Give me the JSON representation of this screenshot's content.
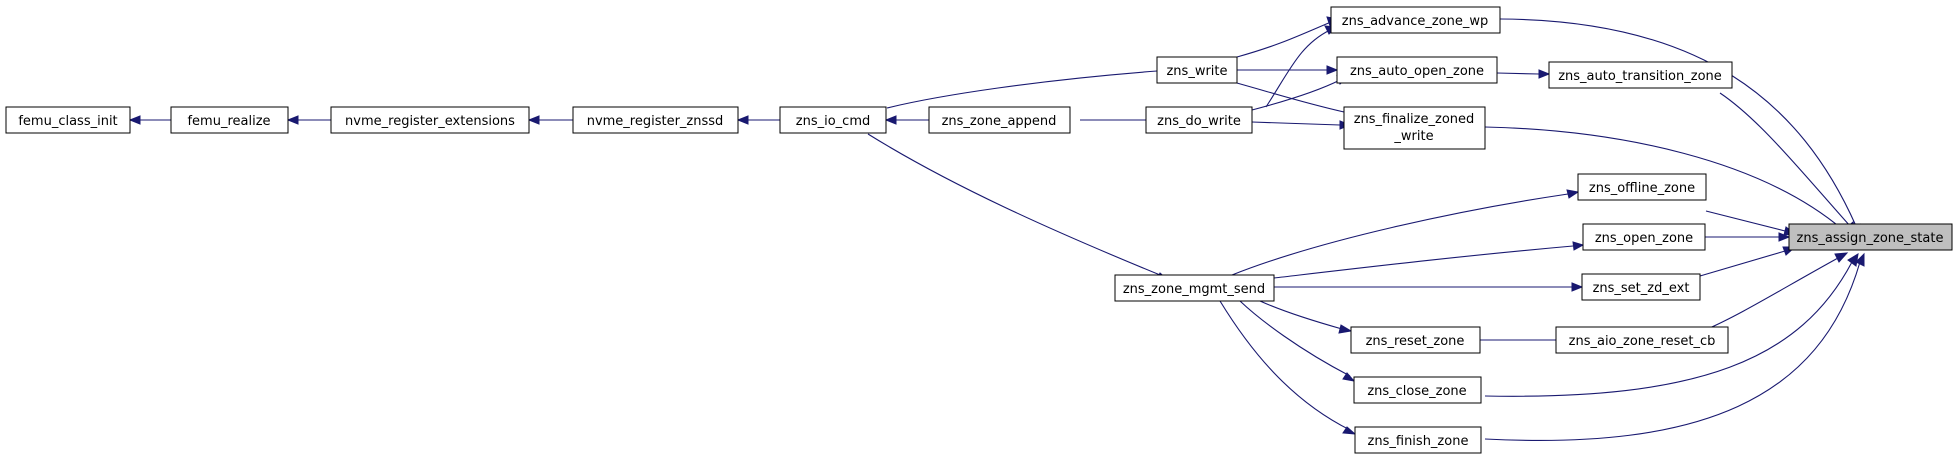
{
  "nodes": {
    "femu_class_init": {
      "label": "femu_class_init"
    },
    "femu_realize": {
      "label": "femu_realize"
    },
    "nvme_register_extensions": {
      "label": "nvme_register_extensions"
    },
    "nvme_register_znssd": {
      "label": "nvme_register_znssd"
    },
    "zns_io_cmd": {
      "label": "zns_io_cmd"
    },
    "zns_zone_append": {
      "label": "zns_zone_append"
    },
    "zns_write": {
      "label": "zns_write"
    },
    "zns_do_write": {
      "label": "zns_do_write"
    },
    "zns_advance_zone_wp": {
      "label": "zns_advance_zone_wp"
    },
    "zns_auto_open_zone": {
      "label": "zns_auto_open_zone"
    },
    "zns_finalize_zoned_write": {
      "label1": "zns_finalize_zoned",
      "label2": "_write"
    },
    "zns_auto_transition_zone": {
      "label": "zns_auto_transition_zone"
    },
    "zns_zone_mgmt_send": {
      "label": "zns_zone_mgmt_send"
    },
    "zns_offline_zone": {
      "label": "zns_offline_zone"
    },
    "zns_open_zone": {
      "label": "zns_open_zone"
    },
    "zns_set_zd_ext": {
      "label": "zns_set_zd_ext"
    },
    "zns_reset_zone": {
      "label": "zns_reset_zone"
    },
    "zns_aio_zone_reset_cb": {
      "label": "zns_aio_zone_reset_cb"
    },
    "zns_close_zone": {
      "label": "zns_close_zone"
    },
    "zns_finish_zone": {
      "label": "zns_finish_zone"
    },
    "zns_assign_zone_state": {
      "label": "zns_assign_zone_state"
    }
  },
  "edges": [
    [
      "femu_realize",
      "femu_class_init"
    ],
    [
      "nvme_register_extensions",
      "femu_realize"
    ],
    [
      "nvme_register_znssd",
      "nvme_register_extensions"
    ],
    [
      "zns_io_cmd",
      "nvme_register_znssd"
    ],
    [
      "zns_zone_append",
      "zns_io_cmd"
    ],
    [
      "zns_write",
      "zns_io_cmd"
    ],
    [
      "zns_zone_mgmt_send",
      "zns_io_cmd"
    ],
    [
      "zns_do_write",
      "zns_zone_append"
    ],
    [
      "zns_advance_zone_wp",
      "zns_write"
    ],
    [
      "zns_auto_open_zone",
      "zns_write"
    ],
    [
      "zns_finalize_zoned_write",
      "zns_write"
    ],
    [
      "zns_advance_zone_wp",
      "zns_do_write"
    ],
    [
      "zns_auto_open_zone",
      "zns_do_write"
    ],
    [
      "zns_finalize_zoned_write",
      "zns_do_write"
    ],
    [
      "zns_auto_transition_zone",
      "zns_auto_open_zone"
    ],
    [
      "zns_offline_zone",
      "zns_zone_mgmt_send"
    ],
    [
      "zns_open_zone",
      "zns_zone_mgmt_send"
    ],
    [
      "zns_set_zd_ext",
      "zns_zone_mgmt_send"
    ],
    [
      "zns_reset_zone",
      "zns_zone_mgmt_send"
    ],
    [
      "zns_close_zone",
      "zns_zone_mgmt_send"
    ],
    [
      "zns_finish_zone",
      "zns_zone_mgmt_send"
    ],
    [
      "zns_aio_zone_reset_cb",
      "zns_reset_zone"
    ],
    [
      "zns_assign_zone_state",
      "zns_advance_zone_wp"
    ],
    [
      "zns_assign_zone_state",
      "zns_auto_transition_zone"
    ],
    [
      "zns_assign_zone_state",
      "zns_finalize_zoned_write"
    ],
    [
      "zns_assign_zone_state",
      "zns_offline_zone"
    ],
    [
      "zns_assign_zone_state",
      "zns_open_zone"
    ],
    [
      "zns_assign_zone_state",
      "zns_set_zd_ext"
    ],
    [
      "zns_assign_zone_state",
      "zns_aio_zone_reset_cb"
    ],
    [
      "zns_assign_zone_state",
      "zns_close_zone"
    ],
    [
      "zns_assign_zone_state",
      "zns_finish_zone"
    ]
  ],
  "colors": {
    "edge": "#191970",
    "node_border": "#000000",
    "highlight_fill": "#bfbfbf"
  }
}
